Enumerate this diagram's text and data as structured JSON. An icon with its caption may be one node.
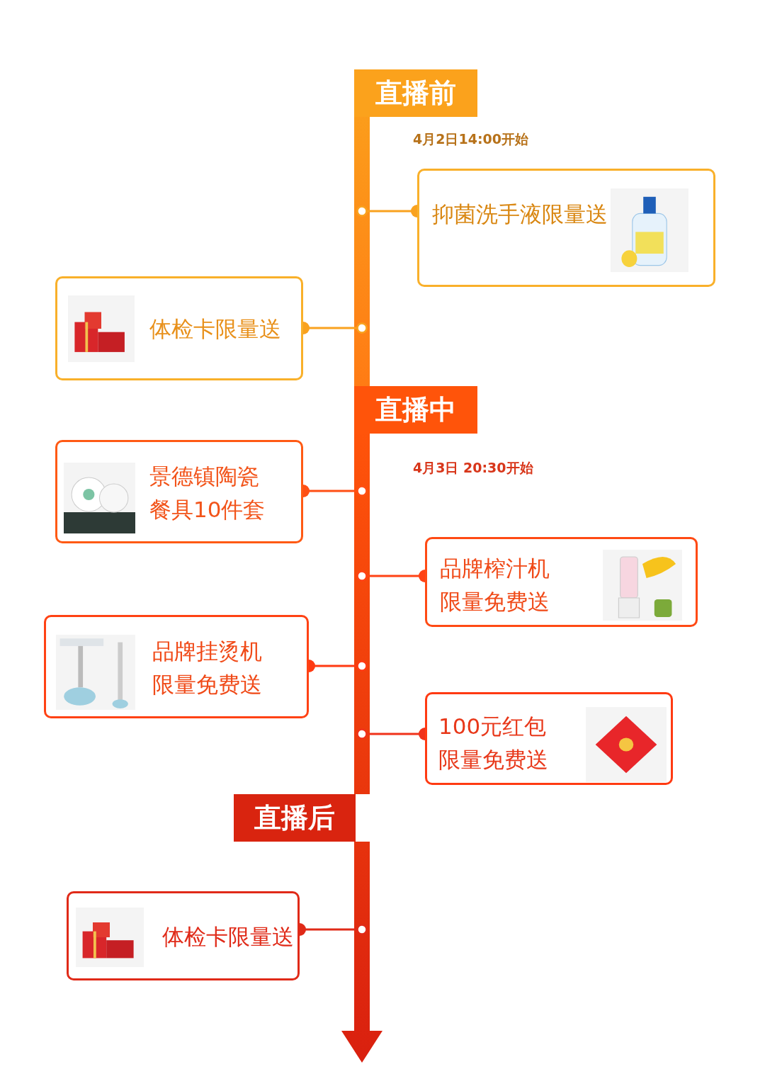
{
  "diagram": {
    "nodes": [
      {
        "text": [
          "直播前"
        ],
        "beside": [
          "4月2日14:00开始"
        ]
      },
      {
        "text": [
          "抑菌洗手液限量送"
        ]
      },
      {
        "text": [],
        "shape": "picture",
        "in": 1
      },
      {
        "text": [
          "体检卡限量送"
        ]
      },
      {
        "text": [],
        "shape": "picture",
        "in": 3
      },
      {
        "text": [
          "直播中"
        ],
        "beside": [
          "4月3日 20:30开始"
        ]
      },
      {
        "text": [
          "景德镇陶瓷餐具10件套"
        ]
      },
      {
        "text": [],
        "shape": "picture",
        "in": 6
      },
      {
        "text": [
          "品牌榨汁机限量免费送"
        ]
      },
      {
        "text": [],
        "shape": "picture",
        "in": 8
      },
      {
        "text": [
          "品牌挂烫机限量免费送"
        ]
      },
      {
        "text": [],
        "shape": "picture",
        "in": 10
      },
      {
        "text": [
          "100元红包限量免费送"
        ]
      },
      {
        "text": [],
        "shape": "picture",
        "in": 12
      },
      {
        "text": [
          "直播后"
        ]
      },
      {
        "text": [
          "体检卡限量送"
        ]
      },
      {
        "text": [],
        "shape": "picture",
        "in": 15
      }
    ],
    "edges": [
      {
        "from": 0,
        "to": 5,
        "arrow": "none",
        "style": "thick"
      },
      {
        "from": 5,
        "to": 14,
        "arrow": "none",
        "style": "thick"
      },
      {
        "from": 14,
        "to": null,
        "arrow": "to",
        "style": "thick"
      },
      {
        "from": null,
        "to": 1,
        "arrow": "other",
        "color": "#f9a21f"
      },
      {
        "from": null,
        "to": 3,
        "arrow": "other",
        "color": "#f9a21f"
      },
      {
        "from": null,
        "to": 6,
        "arrow": "other",
        "color": "#ff4f14"
      },
      {
        "from": null,
        "to": 8,
        "arrow": "other",
        "color": "#ff4214"
      },
      {
        "from": null,
        "to": 10,
        "arrow": "other",
        "color": "#ff3a12"
      },
      {
        "from": null,
        "to": 12,
        "arrow": "other",
        "color": "#f0321a"
      },
      {
        "from": null,
        "to": 15,
        "arrow": "other",
        "color": "#e02a18"
      }
    ]
  }
}
